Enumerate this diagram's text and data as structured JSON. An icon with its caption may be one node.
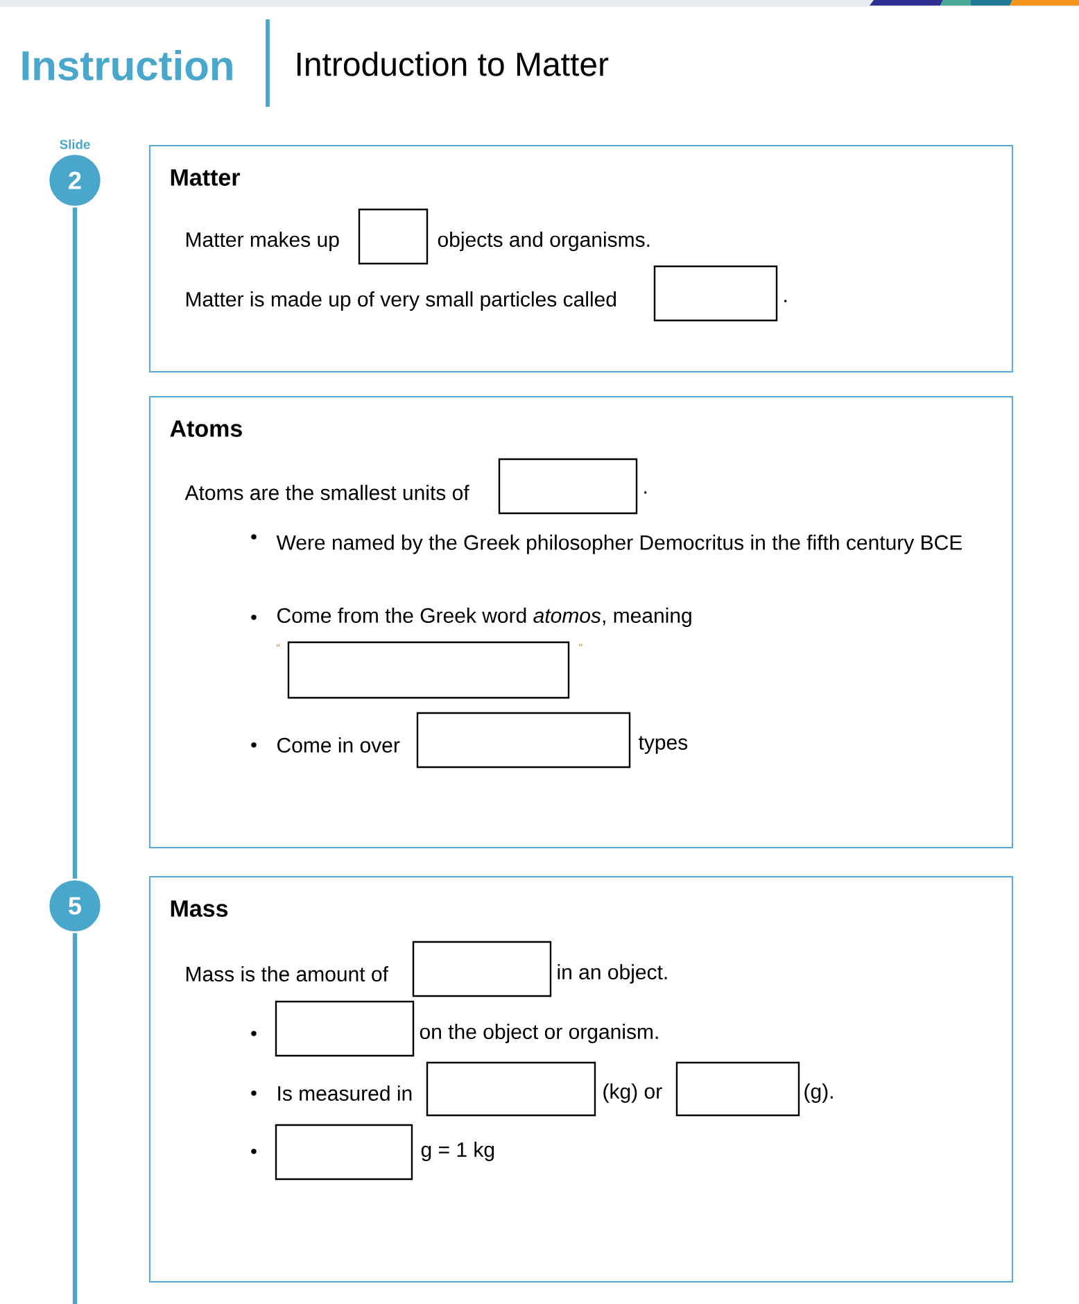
{
  "diagram": {
    "title": "Introduction to Matter",
    "nodes": [
      {
        "text": [
          "2"
        ],
        "beside": [
          "Slide"
        ]
      },
      {
        "text": [
          "Matter",
          "Matter makes up",
          "objects and organisms.",
          "Matter is made up of very small particles called",
          "."
        ]
      },
      {
        "text": [],
        "shape": "box",
        "in": 1
      },
      {
        "text": [],
        "shape": "box",
        "in": 1
      },
      {
        "text": [
          "Atoms",
          "Atoms are the smallest units of",
          ".",
          "Were named by the Greek philosopher Democritus in the fifth century BCE",
          "Come from the Greek word *atomos*, meaning",
          "“",
          "”",
          "Come in over",
          "types"
        ]
      },
      {
        "text": [],
        "shape": "box",
        "in": 4
      },
      {
        "text": [],
        "shape": "box",
        "in": 4
      },
      {
        "text": [],
        "shape": "box",
        "in": 4
      },
      {
        "text": [
          "5"
        ]
      },
      {
        "text": [
          "Mass",
          "Mass is the amount of",
          "in an object.",
          "on the object or organism.",
          "Is measured in",
          "(kg) or",
          "(g).",
          "g = 1 kg"
        ]
      },
      {
        "text": [],
        "shape": "box",
        "in": 9
      },
      {
        "text": [],
        "shape": "box",
        "in": 9
      },
      {
        "text": [],
        "shape": "box",
        "in": 9
      },
      {
        "text": [],
        "shape": "box",
        "in": 9
      },
      {
        "text": [],
        "shape": "box",
        "in": 9
      }
    ],
    "edges": [
      {
        "from": 0,
        "to": 8,
        "arrow": "none"
      }
    ],
    "labels": [
      "Instruction"
    ]
  }
}
